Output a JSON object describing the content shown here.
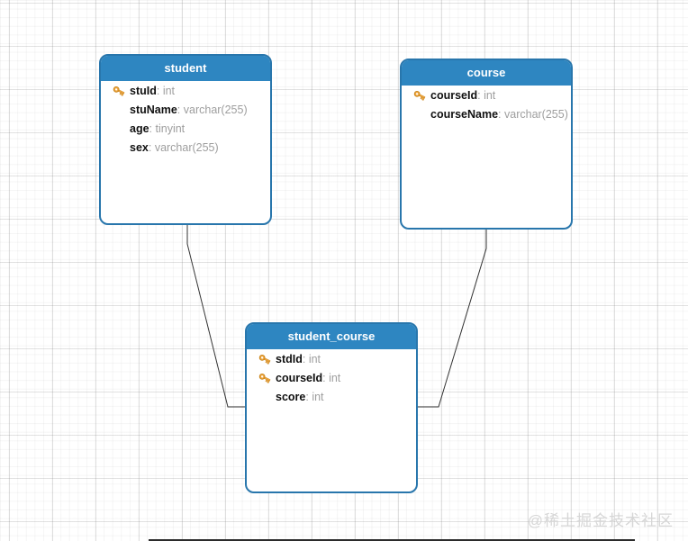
{
  "colors": {
    "table-header": "#2E86C1",
    "table-border": "#2876AC",
    "field-type": "#9E9E9E",
    "key-gold": "#EFA63E",
    "edge": "#333333",
    "watermark": "#D6D6D6"
  },
  "tables": [
    {
      "title": "student",
      "fields": [
        {
          "name": "stuId",
          "type": "int",
          "key": true
        },
        {
          "name": "stuName",
          "type": "varchar(255)",
          "key": false
        },
        {
          "name": "age",
          "type": "tinyint",
          "key": false
        },
        {
          "name": "sex",
          "type": "varchar(255)",
          "key": false
        }
      ]
    },
    {
      "title": "course",
      "fields": [
        {
          "name": "courseId",
          "type": "int",
          "key": true
        },
        {
          "name": "courseName",
          "type": "varchar(255)",
          "key": false
        }
      ]
    },
    {
      "title": "student_course",
      "fields": [
        {
          "name": "stdId",
          "type": "int",
          "key": true
        },
        {
          "name": "courseId",
          "type": "int",
          "key": true
        },
        {
          "name": "score",
          "type": "int",
          "key": false
        }
      ]
    }
  ],
  "relations": [
    {
      "from": "student",
      "to": "student_course"
    },
    {
      "from": "course",
      "to": "student_course"
    }
  ],
  "watermark": "@稀土掘金技术社区"
}
